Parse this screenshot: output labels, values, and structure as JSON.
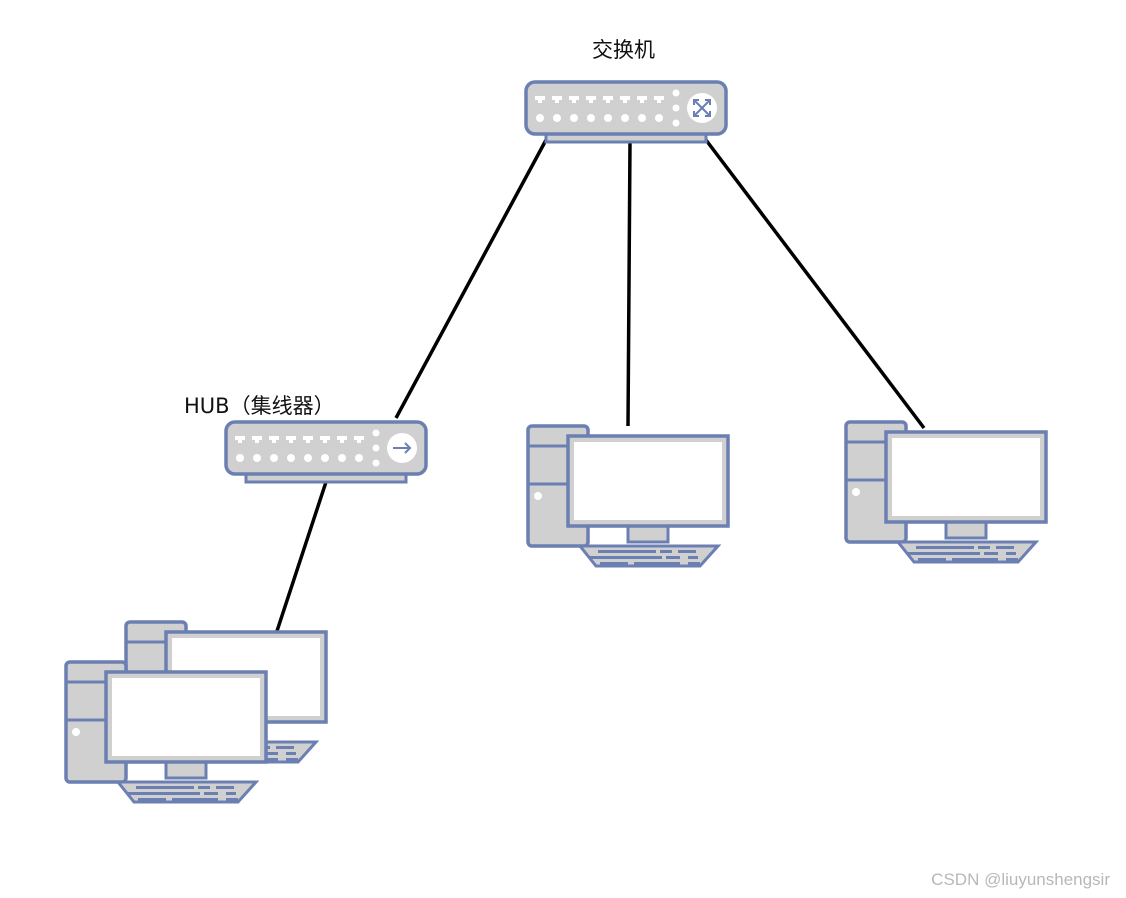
{
  "diagram": {
    "nodes": [
      {
        "id": "switch",
        "type": "switch",
        "label": "交换机"
      },
      {
        "id": "hub",
        "type": "hub",
        "label": "HUB（集线器）"
      },
      {
        "id": "pc-center",
        "type": "computer",
        "label": ""
      },
      {
        "id": "pc-right",
        "type": "computer",
        "label": ""
      },
      {
        "id": "pc-group",
        "type": "computer-group",
        "label": ""
      }
    ],
    "edges": [
      {
        "from": "switch",
        "to": "hub"
      },
      {
        "from": "switch",
        "to": "pc-center"
      },
      {
        "from": "switch",
        "to": "pc-right"
      },
      {
        "from": "hub",
        "to": "pc-group"
      }
    ]
  },
  "colors": {
    "stroke": "#6b7fb2",
    "device_fill": "#d0d0d0",
    "screen_fill": "#ffffff",
    "link": "#000000",
    "watermark": "#b8b8b8"
  },
  "watermark": "CSDN @liuyunshengsir"
}
